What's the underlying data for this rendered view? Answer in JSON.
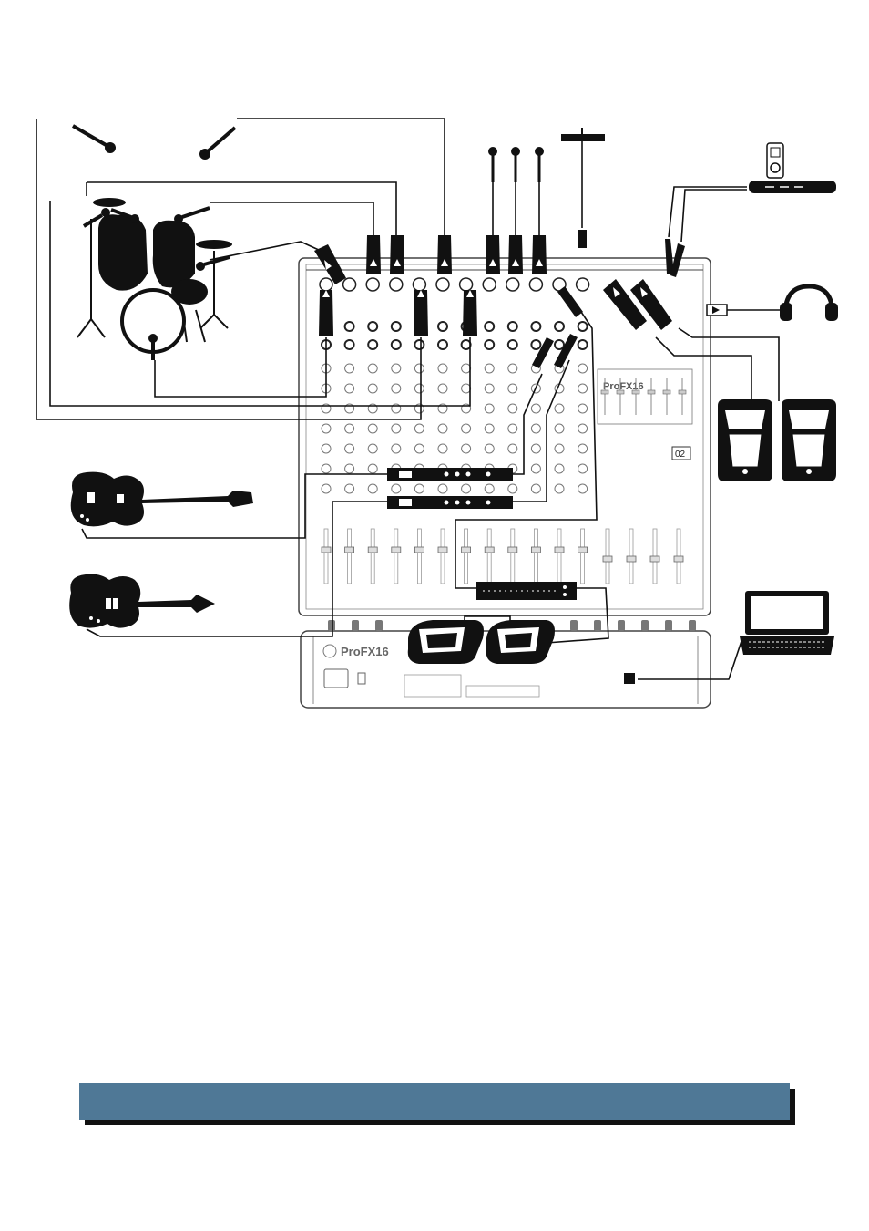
{
  "mixer": {
    "brand_label": "ProFX16",
    "lower_label": "ProFX16",
    "display_value": "02"
  },
  "bottom_bar": {
    "caption": ""
  },
  "colors": {
    "bar": "#4f7896",
    "bar_shadow": "#111111",
    "ink": "#111111",
    "panel_line": "#555555"
  },
  "icons": [
    "microphone-icon",
    "drum-kit-icon",
    "guitar-icon",
    "bass-guitar-icon",
    "headphones-icon",
    "pa-speaker-icon",
    "stage-monitor-icon",
    "laptop-icon",
    "mp3-player-icon",
    "rack-processor-icon",
    "di-box-icon",
    "xlr-connector-icon",
    "jack-connector-icon"
  ]
}
